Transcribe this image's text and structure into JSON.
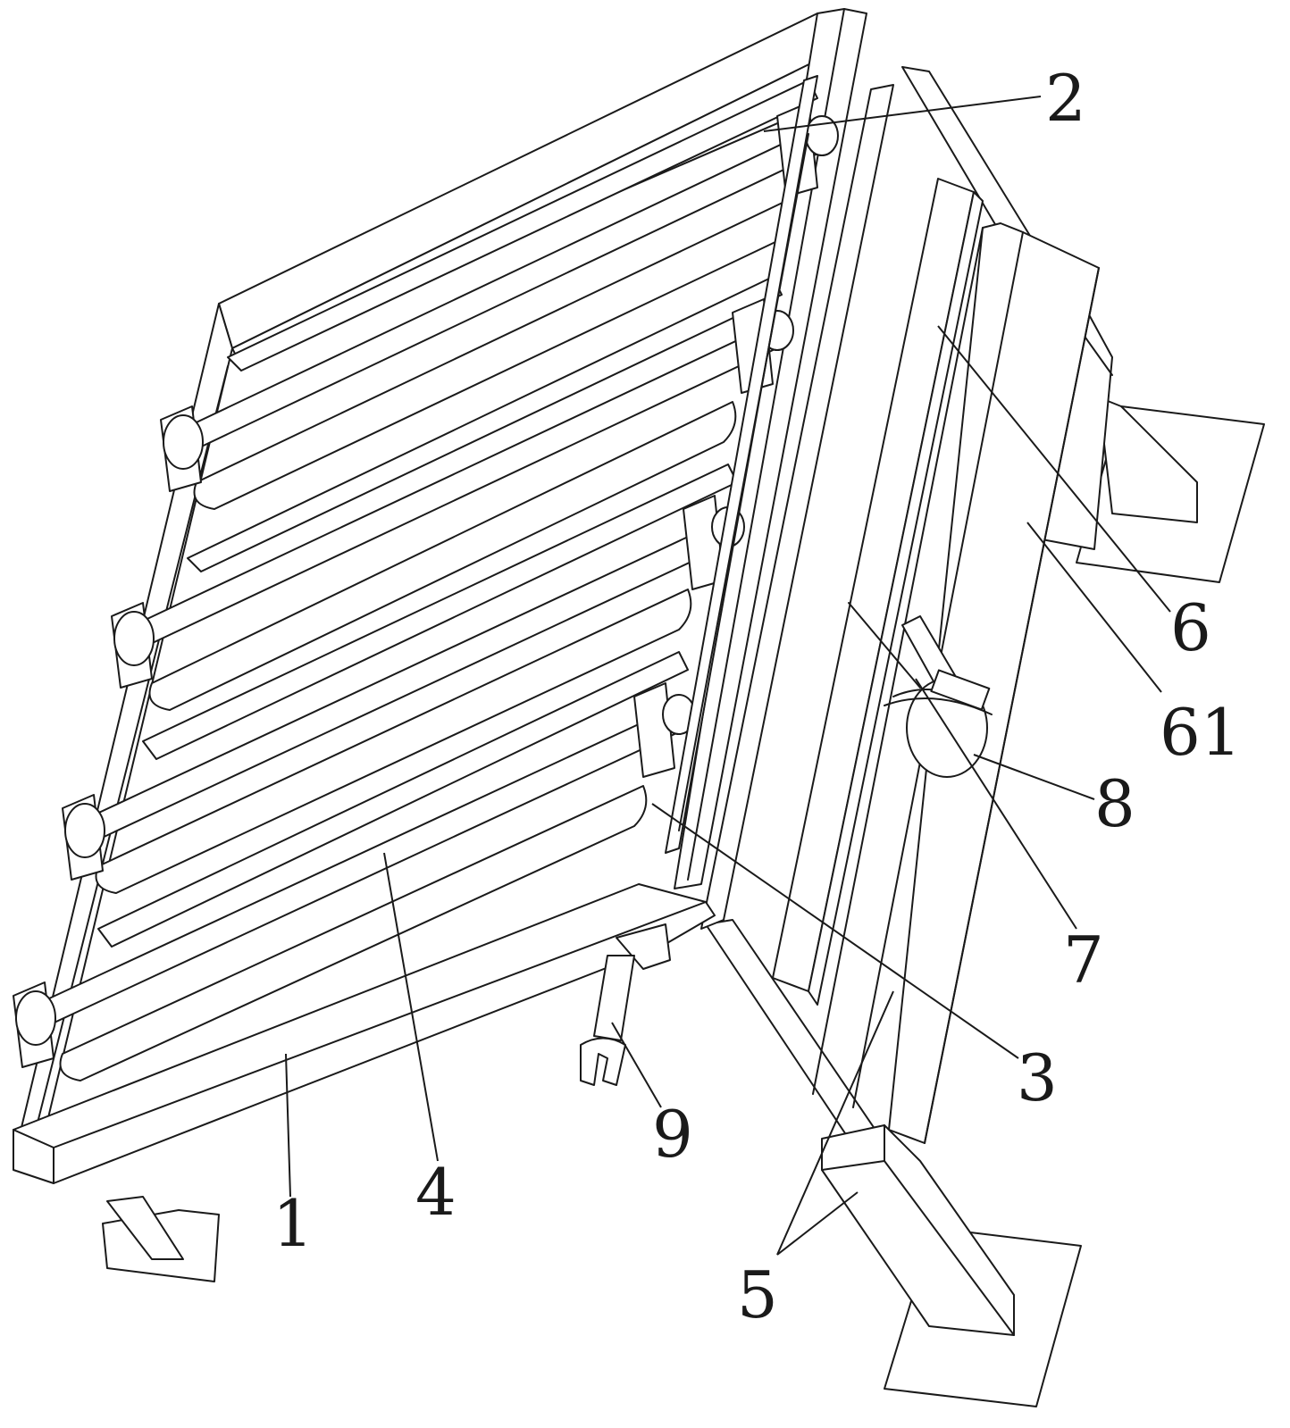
{
  "figure": {
    "background": "#ffffff",
    "line_color": "#1a1a1a"
  },
  "callouts": {
    "c1": "1",
    "c2": "2",
    "c3": "3",
    "c4": "4",
    "c5": "5",
    "c6": "6",
    "c61": "61",
    "c7": "7",
    "c8": "8",
    "c9": "9"
  }
}
